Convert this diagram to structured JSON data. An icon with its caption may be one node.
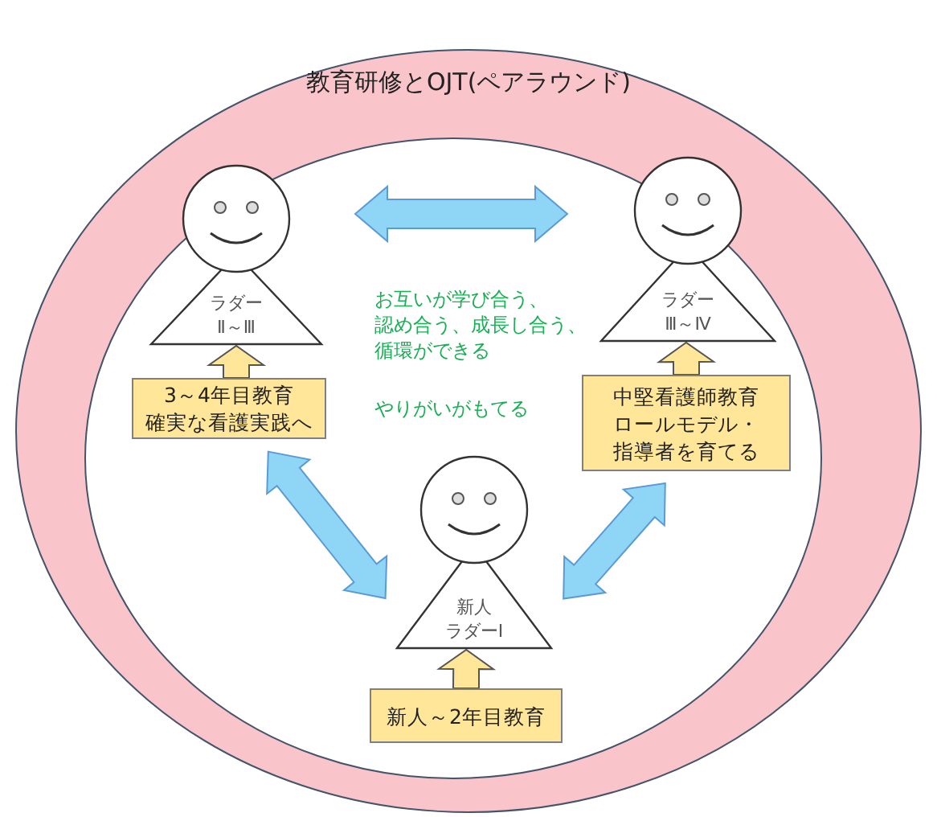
{
  "diagram": {
    "nodes": [
      {
        "text": [
          "教育研修とOJT(ペアラウンド)"
        ]
      },
      {
        "text": [
          "ラダーⅡ～Ⅲ"
        ],
        "in": 0
      },
      {
        "text": [
          "ラダーⅢ～Ⅳ"
        ],
        "in": 0
      },
      {
        "text": [
          "新人ラダーⅠ"
        ],
        "in": 0
      },
      {
        "text": [
          "3～4年目教育確実な看護実践へ"
        ],
        "in": 0
      },
      {
        "text": [
          "中堅看護師教育ロールモデル・指導者を育てる"
        ],
        "in": 0
      },
      {
        "text": [
          "新人～2年目教育"
        ],
        "in": 0
      }
    ],
    "edges": [
      {
        "from": 1,
        "to": 2,
        "arrow": "both"
      },
      {
        "from": 4,
        "to": 3,
        "arrow": "both"
      },
      {
        "from": 5,
        "to": 3,
        "arrow": "both"
      },
      {
        "from": 4,
        "to": 1,
        "arrow": "to"
      },
      {
        "from": 5,
        "to": 2,
        "arrow": "to"
      },
      {
        "from": 6,
        "to": 3,
        "arrow": "to"
      }
    ],
    "labels": [
      "お互いが学び合う、認め合う、成長し合う、循環ができる",
      "やりがいがもてる"
    ]
  }
}
